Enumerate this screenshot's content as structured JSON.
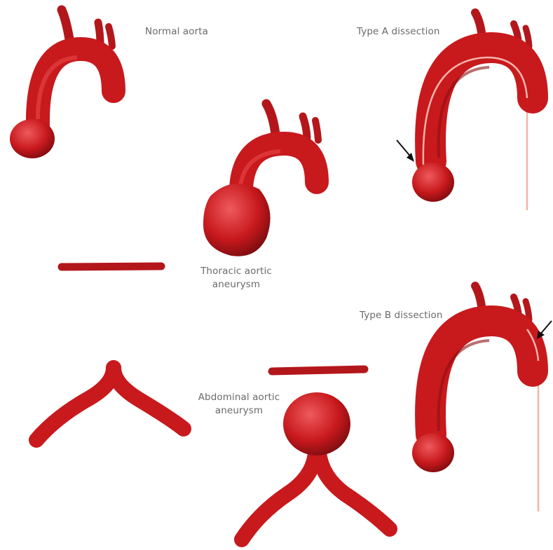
{
  "labels": {
    "normal_aorta": "Normal aorta",
    "type_a": "Type A dissection",
    "thoracic_line1": "Thoracic aortic",
    "thoracic_line2": "aneurysm",
    "type_b": "Type B dissection",
    "abdominal_line1": "Abdominal aortic",
    "abdominal_line2": "aneurysm"
  },
  "colors": {
    "vessel": "#c8191d",
    "vessel_dark": "#8c0f12",
    "vessel_light": "#e8484b",
    "wall_highlight": "#f3b3a9",
    "label_text": "#6a6a6a",
    "arrow": "#111111"
  }
}
